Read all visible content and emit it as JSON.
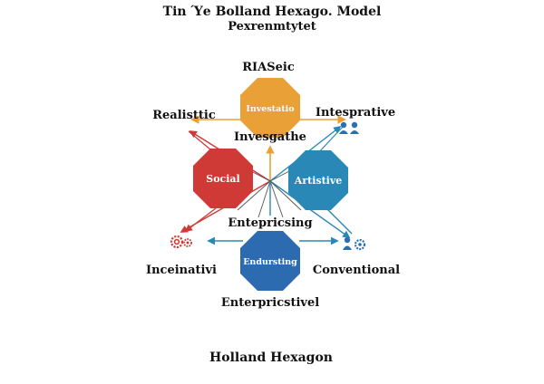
{
  "title": "Tin Ύe Bolland Hexago. Model",
  "subtitle": "Pexrenmtytet",
  "caption": "Holland Hexagon",
  "labels": {
    "top": "RIASeic",
    "top_left": "Realisttic",
    "top_right": "Intesprative",
    "center_upper": "Invesgathe",
    "center_lower": "Entepricsing",
    "bottom_left": "Inceinativi",
    "bottom_right": "Conventional",
    "bottom": "Enterpricstivel"
  },
  "nodes": [
    {
      "id": "top",
      "text": "Investatio",
      "color": "#e9a036"
    },
    {
      "id": "left",
      "text": "Social",
      "color": "#d03a36"
    },
    {
      "id": "right",
      "text": "Artistive",
      "color": "#2a88b6"
    },
    {
      "id": "bottom",
      "text": "Endursting",
      "color": "#2d6bb1"
    }
  ],
  "colors": {
    "orange": "#e9a036",
    "red": "#d03a36",
    "blue": "#2a88b6",
    "dark_blue": "#2d6bb1"
  },
  "icons": {
    "top_right": "people-icon",
    "bottom_left": "gears-icon",
    "bottom_right": "person-gear-icon"
  }
}
